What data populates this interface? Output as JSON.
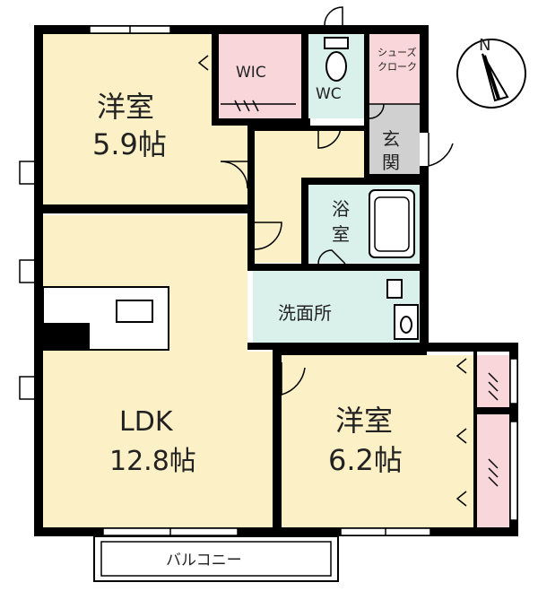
{
  "rooms": {
    "western_1": {
      "name": "洋室",
      "area": "5.9帖"
    },
    "wic": {
      "name": "WIC"
    },
    "wc": {
      "name": "WC"
    },
    "shoe_closet": {
      "name_line1": "シューズ",
      "name_line2": "クローク"
    },
    "entrance": {
      "name_line1": "玄",
      "name_line2": "関"
    },
    "bath": {
      "name_line1": "浴",
      "name_line2": "室"
    },
    "washroom": {
      "name": "洗面所"
    },
    "ldk": {
      "name": "LDK",
      "area": "12.8帖"
    },
    "western_2": {
      "name": "洋室",
      "area": "6.2帖"
    },
    "balcony": {
      "name": "バルコニー"
    }
  },
  "compass": {
    "label": "N"
  },
  "colors": {
    "room_fill": "#fbf0c6",
    "wet_fill": "#d9f1ea",
    "closet_fill": "#f9d6da",
    "entrance_fill": "#d0d0d0",
    "wall": "#000000"
  }
}
